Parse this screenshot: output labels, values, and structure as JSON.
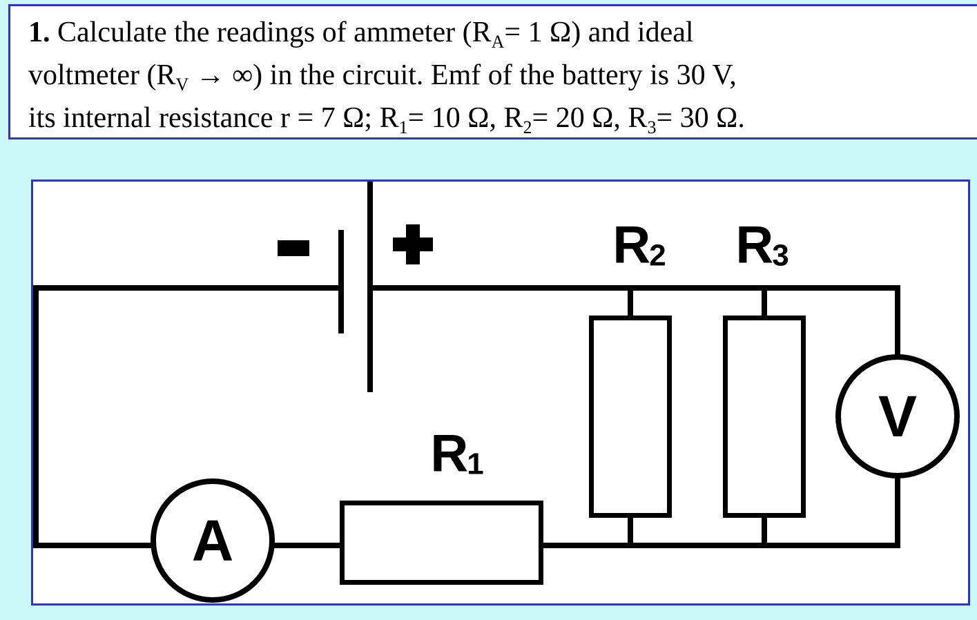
{
  "colors": {
    "page_background": "#cdf8fa",
    "panel_background": "#ffffff",
    "panel_border": "#3134bd",
    "wire": "#000000",
    "text": "#000000"
  },
  "problem": {
    "number": "1.",
    "line1": {
      "pre": " Calculate the readings of ammeter (R",
      "sub": "A",
      "post": "= 1 Ω) and ideal"
    },
    "line2": {
      "pre": "voltmeter (R",
      "sub": "V",
      "post": " → ∞) in the circuit. Emf of the battery is 30 V,"
    },
    "line3": {
      "seg1": "its internal resistance r = 7 Ω; R",
      "sub1": "1",
      "seg2": "= 10 Ω, R",
      "sub2": "2",
      "seg3": "= 20 Ω, R",
      "sub3": "3",
      "seg4": "= 30 Ω."
    }
  },
  "circuit": {
    "battery": {
      "negative_sign": "−",
      "positive_sign": "+"
    },
    "labels": {
      "r1": {
        "base": "R",
        "sub": "1"
      },
      "r2": {
        "base": "R",
        "sub": "2"
      },
      "r3": {
        "base": "R",
        "sub": "3"
      },
      "ammeter": "A",
      "voltmeter": "V"
    }
  }
}
